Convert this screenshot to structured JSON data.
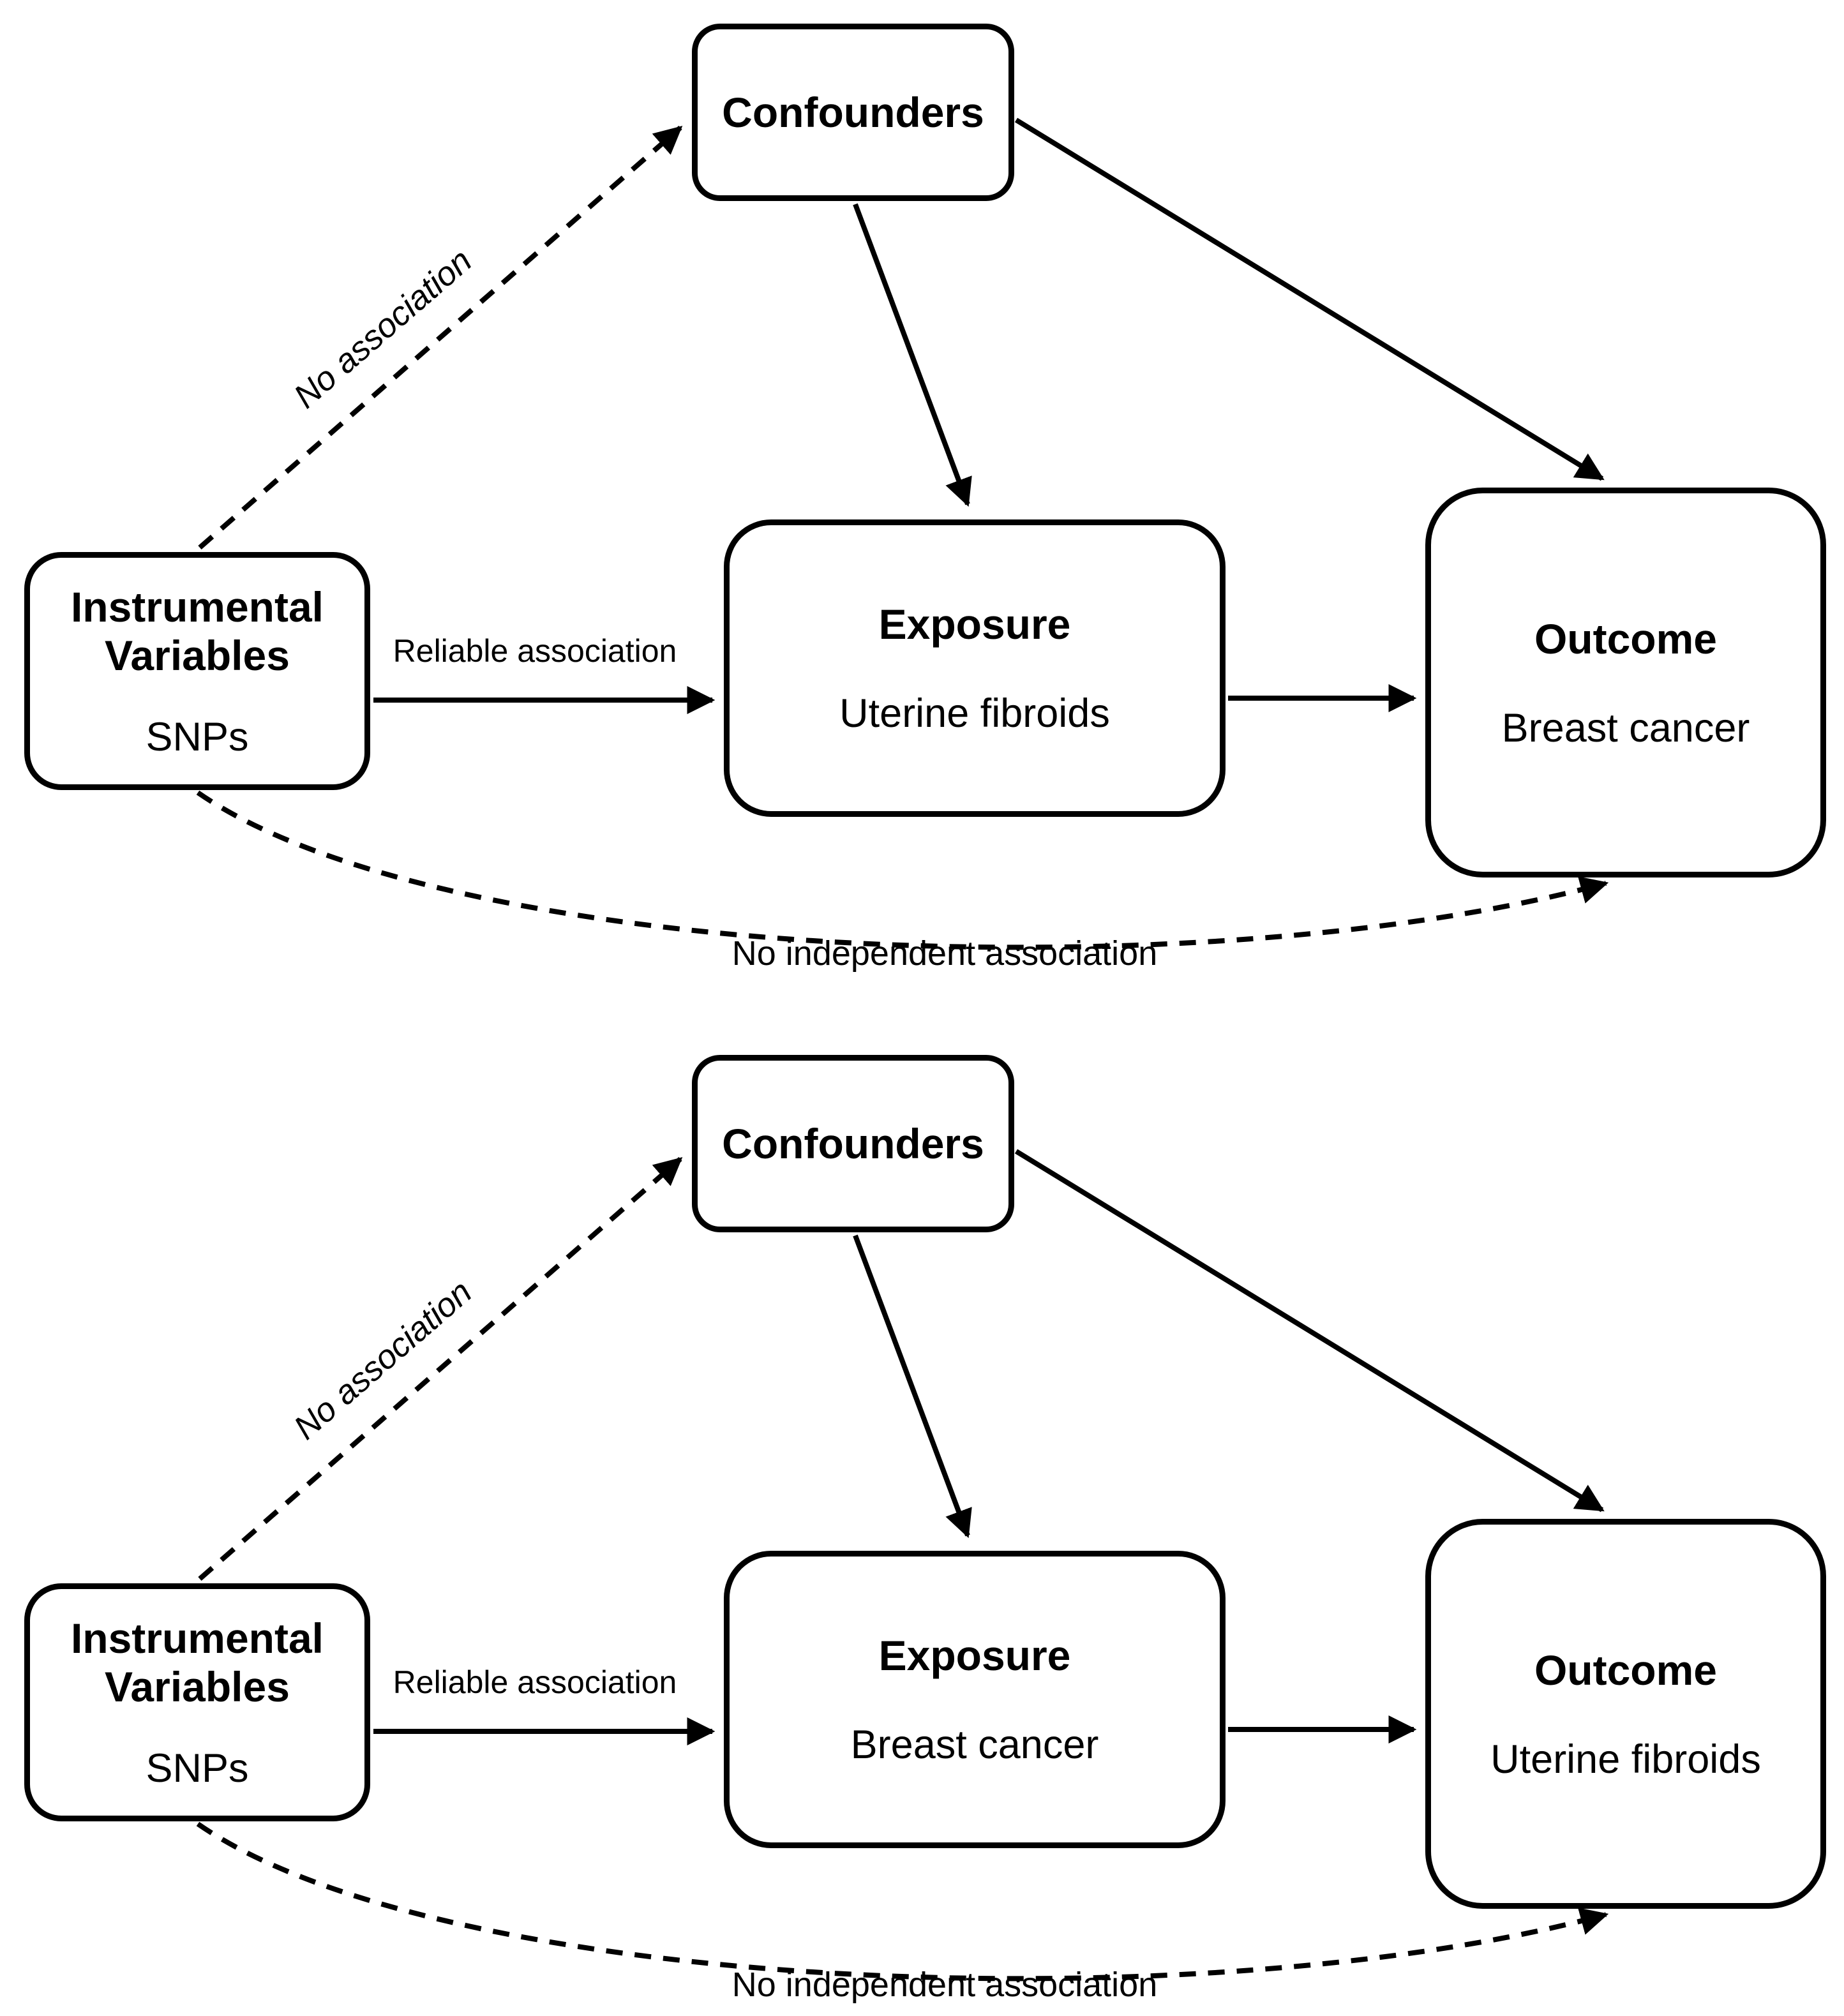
{
  "figure": {
    "background": "#ffffff",
    "line_color": "#000000",
    "box_fill": "#ffffff",
    "panels": [
      {
        "name": "forward-mr-panel",
        "confounders_label": "Confounders",
        "iv_title": "Instrumental Variables",
        "iv_subtitle": "SNPs",
        "exposure_title": "Exposure",
        "exposure_subtitle": "Uterine fibroids",
        "outcome_title": "Outcome",
        "outcome_subtitle": "Breast cancer",
        "edge_no_association": "No association",
        "edge_reliable_association": "Reliable association",
        "edge_no_independent_association": "No independent association"
      },
      {
        "name": "reverse-mr-panel",
        "confounders_label": "Confounders",
        "iv_title": "Instrumental Variables",
        "iv_subtitle": "SNPs",
        "exposure_title": "Exposure",
        "exposure_subtitle": "Breast cancer",
        "outcome_title": "Outcome",
        "outcome_subtitle": "Uterine fibroids",
        "edge_no_association": "No association",
        "edge_reliable_association": "Reliable association",
        "edge_no_independent_association": "No independent association"
      }
    ]
  }
}
